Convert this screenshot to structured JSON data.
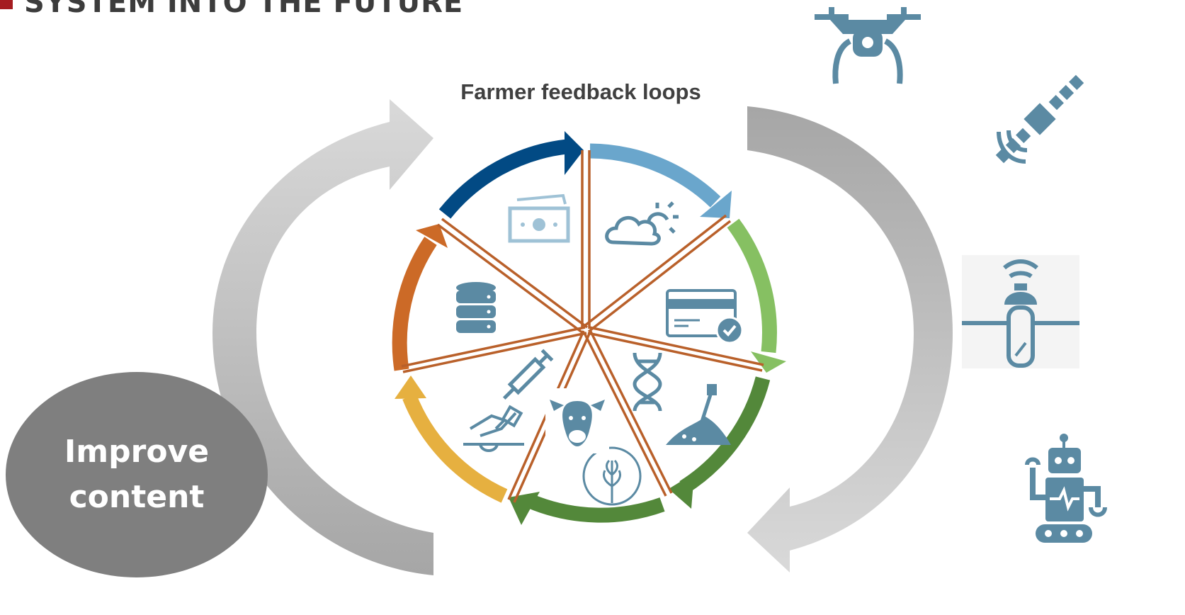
{
  "slide": {
    "title": "SYSTEM INTO THE FUTURE"
  },
  "diagram": {
    "center_label": "Farmer feedback loops",
    "bubble_label": [
      "Improve",
      "content"
    ],
    "wheel_segment_colors": [
      "#024a84",
      "#6aa6cc",
      "#86c062",
      "#53883a",
      "#53883a",
      "#e6b040",
      "#cc6a27"
    ],
    "spoke_color": "#b9602a",
    "wheel_icons": [
      "money-icon",
      "weather-icon",
      "payment-card-icon",
      "dna-icon",
      "soil-shovel-icon",
      "crop-icon",
      "cattle-icon",
      "hand-seed-icon",
      "syringe-icon",
      "database-icon"
    ],
    "tech_icons": [
      "drone-icon",
      "satellite-icon",
      "soil-sensor-icon",
      "robot-icon"
    ],
    "cycle_arrow_colors": [
      "#d9d9d9",
      "#a6a6a6"
    ]
  }
}
